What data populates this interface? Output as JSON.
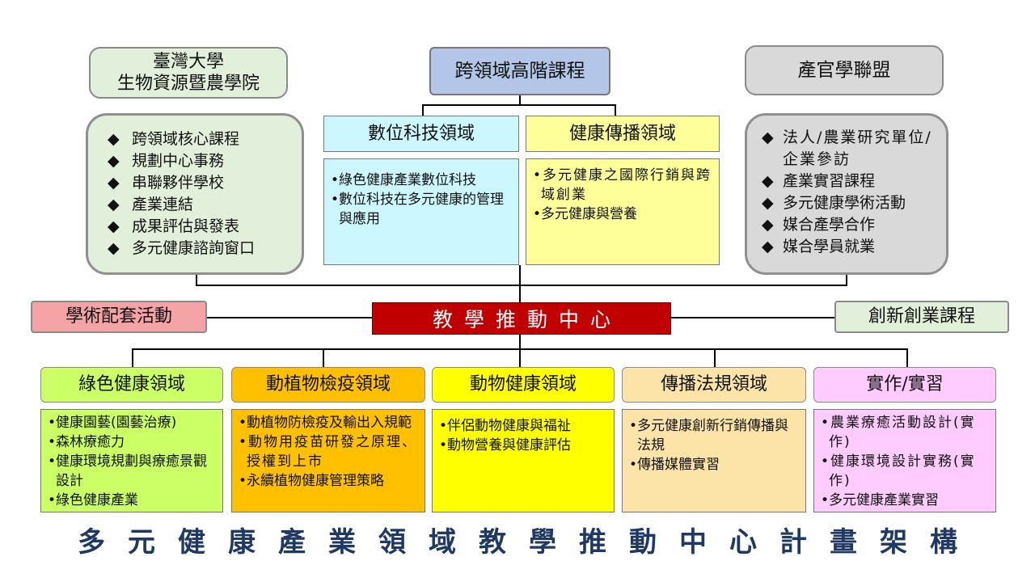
{
  "top": {
    "left_title_line1": "臺灣大學",
    "left_title_line2": "生物資源暨農學院",
    "center_title": "跨領域高階課程",
    "right_title": "產官學聯盟"
  },
  "left_panel": {
    "items": [
      "跨領域核心課程",
      "規劃中心事務",
      "串聯夥伴學校",
      "產業連結",
      "成果評估與發表",
      "多元健康諮詢窗口"
    ],
    "bullet": "◆"
  },
  "right_panel": {
    "items": [
      "法人/農業研究單位/企業參訪",
      "產業實習課程",
      "多元健康學術活動",
      "媒合產學合作",
      "媒合學員就業"
    ],
    "bullet": "◆"
  },
  "advanced": {
    "digital": {
      "title": "數位科技領域",
      "items": [
        "•綠色健康產業數位科技",
        "•數位科技在多元健康的管理與應用"
      ]
    },
    "comm": {
      "title": "健康傳播領域",
      "items": [
        "•多元健康之國際行銷與跨域創業",
        "•多元健康與營養"
      ]
    }
  },
  "middle": {
    "left_box": "學術配套活動",
    "center_box": "教學推動中心",
    "right_box": "創新創業課程"
  },
  "domains": [
    {
      "title": "綠色健康領域",
      "items": [
        "•健康園藝(園藝治療)",
        "•森林療癒力",
        "•健康環境規劃與療癒景觀設計",
        "•綠色健康產業"
      ]
    },
    {
      "title": "動植物檢疫領域",
      "items": [
        "•動植物防檢疫及輸出入規範",
        "•動物用疫苗研發之原理、授權到上市",
        "•永續植物健康管理策略"
      ]
    },
    {
      "title": "動物健康領域",
      "items": [
        "•伴侶動物健康與福祉",
        "•動物營養與健康評估"
      ]
    },
    {
      "title": "傳播法規領域",
      "items": [
        "•多元健康創新行銷傳播與法規",
        "•傳播媒體實習"
      ]
    },
    {
      "title": "實作/實習",
      "items": [
        "•農業療癒活動設計(實作)",
        "•健康環境設計實務(實作)",
        "•多元健康產業實習"
      ]
    }
  ],
  "footer_title": "多元健康產業領域教學推動中心計畫架構",
  "colors": {
    "green_light": "#e2efda",
    "blue_head": "#b4c6e7",
    "gray_head": "#d9d9d9",
    "cyan": "#ccf7ff",
    "yellow_light": "#ffff99",
    "red_center": "#c00000",
    "pink": "#f4a3a6",
    "green_domain": "#ccff66",
    "orange": "#ffc000",
    "yellow": "#ffff00",
    "peach": "#fce4a8",
    "lavender": "#ffccff",
    "title_blue": "#1f3864"
  }
}
